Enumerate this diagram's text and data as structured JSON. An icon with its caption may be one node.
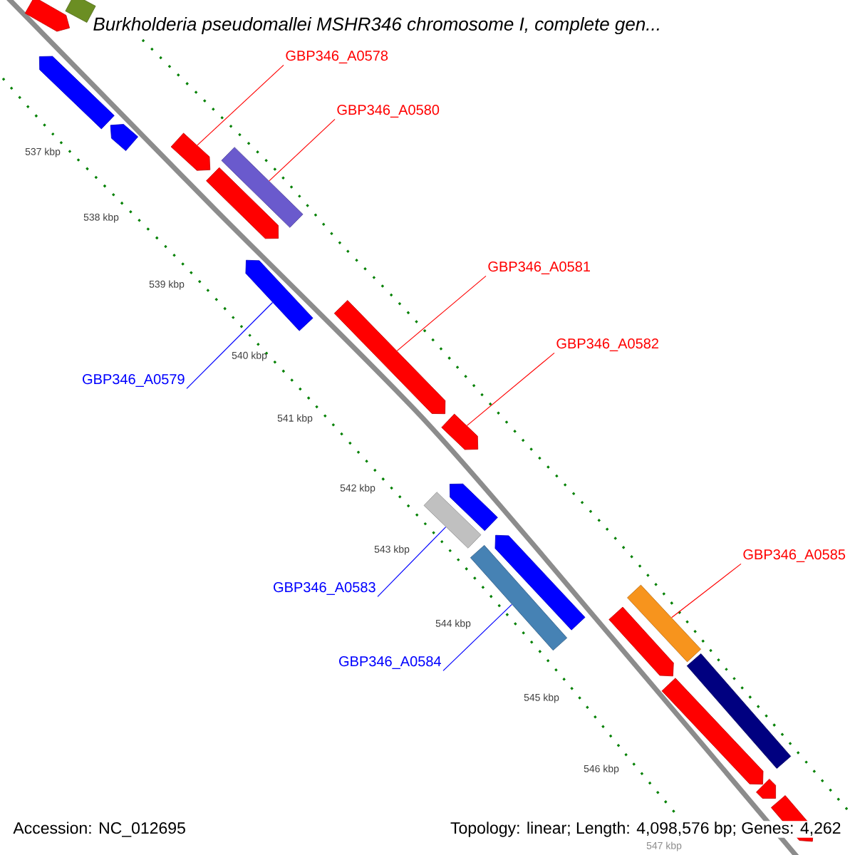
{
  "diagram": {
    "title": "Burkholderia pseudomallei MSHR346 chromosome I, complete gen...",
    "nodes": [
      {
        "text": [],
        "shape": "arrow"
      },
      {
        "text": [],
        "shape": "box"
      },
      {
        "text": [],
        "shape": "arrow"
      },
      {
        "text": [],
        "shape": "arrow"
      },
      {
        "text": [],
        "shape": "arrow"
      },
      {
        "text": [],
        "shape": "box"
      },
      {
        "text": [],
        "shape": "arrow"
      },
      {
        "text": [],
        "shape": "arrow"
      },
      {
        "text": [],
        "shape": "arrow"
      },
      {
        "text": [],
        "shape": "arrow"
      },
      {
        "text": [],
        "shape": "arrow"
      },
      {
        "text": [],
        "shape": "box"
      },
      {
        "text": [],
        "shape": "arrow"
      },
      {
        "text": [],
        "shape": "box"
      },
      {
        "text": [],
        "shape": "box"
      },
      {
        "text": [],
        "shape": "arrow"
      },
      {
        "text": [],
        "shape": "box"
      },
      {
        "text": [],
        "shape": "arrow"
      },
      {
        "text": [],
        "shape": "arrow"
      },
      {
        "text": [],
        "shape": "arrow"
      },
      {
        "text": [
          "GBP346_A0578"
        ]
      },
      {
        "text": [
          "GBP346_A0580"
        ]
      },
      {
        "text": [
          "GBP346_A0579"
        ]
      },
      {
        "text": [
          "GBP346_A0581"
        ]
      },
      {
        "text": [
          "GBP346_A0582"
        ]
      },
      {
        "text": [
          "GBP346_A0583"
        ]
      },
      {
        "text": [
          "GBP346_A0584"
        ]
      },
      {
        "text": [
          "GBP346_A0585"
        ]
      }
    ],
    "edges": [
      {
        "from": 20,
        "to": 4,
        "arrow": "none"
      },
      {
        "from": 21,
        "to": 5,
        "arrow": "none"
      },
      {
        "from": 22,
        "to": 7,
        "arrow": "none",
        "color": "#0000ff"
      },
      {
        "from": 23,
        "to": 8,
        "arrow": "none"
      },
      {
        "from": 24,
        "to": 9,
        "arrow": "none"
      },
      {
        "from": 25,
        "to": 11,
        "arrow": "none",
        "color": "#0000ff"
      },
      {
        "from": 26,
        "to": 13,
        "arrow": "none",
        "color": "#0000ff"
      },
      {
        "from": 27,
        "to": 14,
        "arrow": "none"
      }
    ],
    "labels": [
      "537 kbp",
      "538 kbp",
      "539 kbp",
      "540 kbp",
      "541 kbp",
      "542 kbp",
      "543 kbp",
      "544 kbp",
      "545 kbp",
      "546 kbp",
      "547 kbp",
      "Accession: NC_012695",
      "Topology: linear; Length: 4,098,576 bp; Genes: 4,262"
    ]
  }
}
